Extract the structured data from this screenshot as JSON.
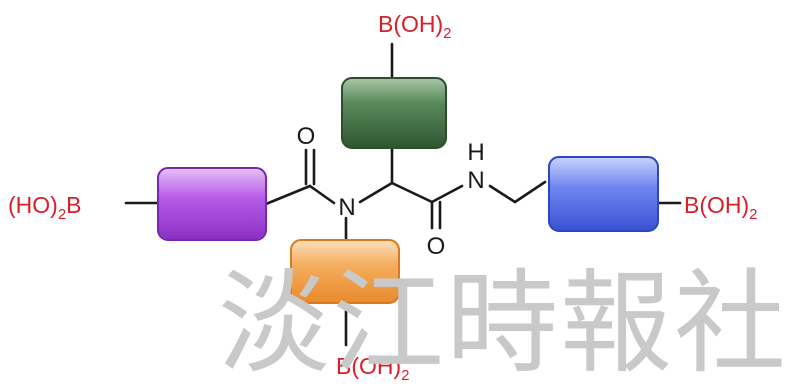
{
  "labels": {
    "boronic_top": "B(OH)",
    "boronic_left_prefix": "(HO)",
    "boronic_left_suffix": "B",
    "boronic_right": "B(OH)",
    "boronic_bottom": "B(OH)",
    "subscript": "2",
    "oxygen_left": "O",
    "oxygen_right": "O",
    "nitrogen_center": "N",
    "amide_h": "H",
    "amide_n": "N"
  },
  "watermark": "淡江時報社",
  "colors": {
    "boronic_text": "#d8202a",
    "bond": "#1a1a1a",
    "block_green": "#3d6a3f",
    "block_purple": "#a33fd8",
    "block_blue": "#3f5de0",
    "block_orange": "#f29a3a"
  }
}
